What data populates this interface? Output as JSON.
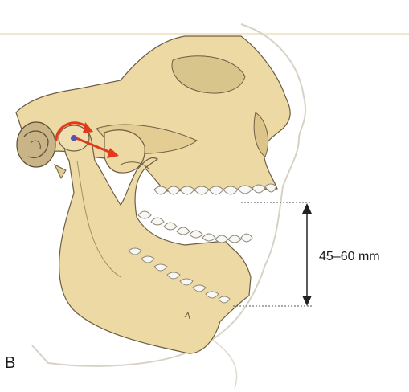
{
  "figure": {
    "panel_label": "B",
    "measurement_label": "45–60 mm",
    "icons": [
      "skull-outline",
      "mandible",
      "condyle-rotation-arrow",
      "condyle-translation-arrow",
      "vertical-double-arrow"
    ],
    "colors": {
      "bone": "#ecd9a3",
      "bone_shade": "#dcc58a",
      "bone_outline": "#6d5e45",
      "skin": "#f4efe6",
      "teeth": "#f7f7f4",
      "arrow_red": "#e23a1a",
      "condyle_dot": "#5a4fb0",
      "measure_line": "#222222"
    }
  }
}
